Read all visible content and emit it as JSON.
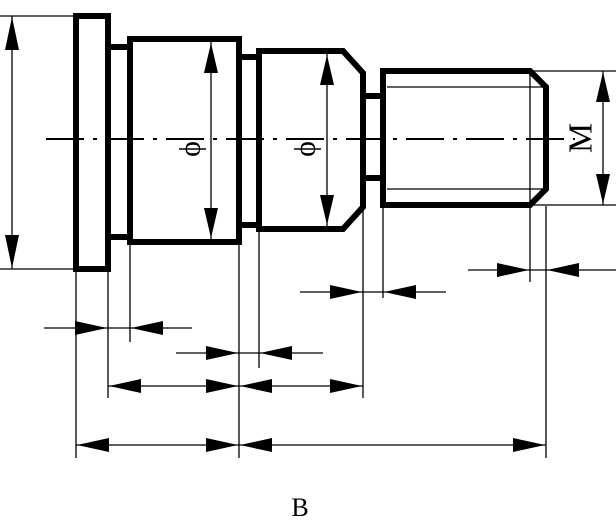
{
  "drawing": {
    "caption": "B",
    "diameter_symbol": "ϕ",
    "thread_symbol": "M"
  }
}
